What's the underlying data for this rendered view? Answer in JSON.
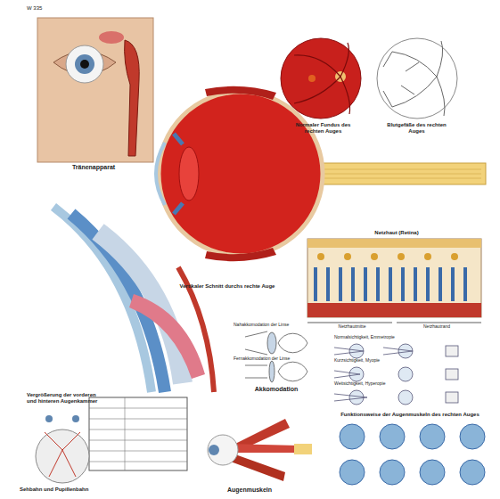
{
  "diagram": {
    "labels": [
      "W 335",
      "Tränenapparat",
      "Normaler Fundus des rechten Auges",
      "Blutgefäße des rechten Auges",
      "Vertikaler Schnitt durchs rechte Auge",
      "Netzhaut (Retina)",
      "Netzhautmitte",
      "Netzhautrand",
      "Vergrößerung der vorderen und hinteren Augenkammer",
      "Nahakkomodation der Linse",
      "Fernakkomodation der Linse",
      "Akkomodation",
      "Normalsichtigkeit, Emmetropie",
      "Kurzsichtigkeit, Myopie",
      "Weitsichtigkeit, Hyperopie",
      "Sehbahn und Pupillenbahn",
      "Augenmuskeln",
      "Funktionsweise der Augenmuskeln des rechten Auges"
    ]
  }
}
